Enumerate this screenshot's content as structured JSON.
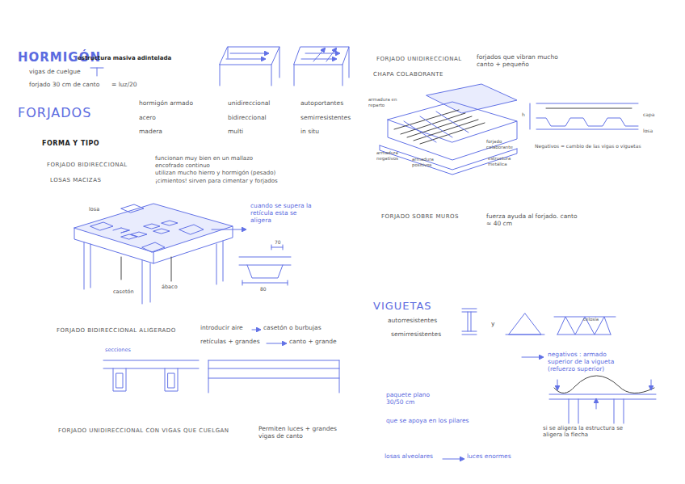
{
  "diagram": {
    "labels": [
      "HORMIGÓN",
      "estructura masiva adintelada",
      "vigas de cuelgue",
      "forjado 30 cm de canto",
      "= luz/20",
      "FORJADOS",
      "hormigón armado",
      "acero",
      "madera",
      "unidireccional",
      "bidireccional",
      "multi",
      "autoportantes",
      "semirresistentes",
      "in situ",
      "FORMA Y TIPO",
      "FORJADO BIDIRECCIONAL",
      "LOSAS MACIZAS",
      "funcionan muy bien en un mallazo",
      "encofrado continuo",
      "utilizan mucho hierro y hormigón (pesado)",
      "¡cimientos! sirven para cimentar y forjados",
      "losa",
      "cuando se supera la retícula esta se aligera",
      "70",
      "80",
      "casetón",
      "ábaco",
      "FORJADO BIDIRECCIONAL ALIGERADO",
      "introducir aire",
      "casetón o burbujas",
      "retículas + grandes",
      "canto + grande",
      "secciones",
      "FORJADO UNIDIRECCIONAL CON VIGAS QUE CUELGAN",
      "Permiten luces + grandes vigas de canto",
      "FORJADO UNIDIRECCIONAL",
      "CHAPA COLABORANTE",
      "forjados que vibran mucho canto + pequeño",
      "armadura en reparto",
      "armadura negativos",
      "armadura positivos",
      "forjado colaborante",
      "estructura metálica",
      "capa",
      "losa",
      "h",
      "Negativos = cambio de las vigas o viguetas",
      "FORJADO SOBRE MUROS",
      "fuerza ayuda al forjado. canto ≈ 40 cm",
      "VIGUETAS",
      "autorresistentes",
      "semirresistentes",
      "y",
      "celosía",
      "negativos : armado superior de la vigueta (refuerzo superior)",
      "paquete plano 30/50 cm",
      "que se apoya en los pilares",
      "si se aligera la estructura se aligera la flecha",
      "losas alveolares",
      "luces enormes"
    ]
  }
}
